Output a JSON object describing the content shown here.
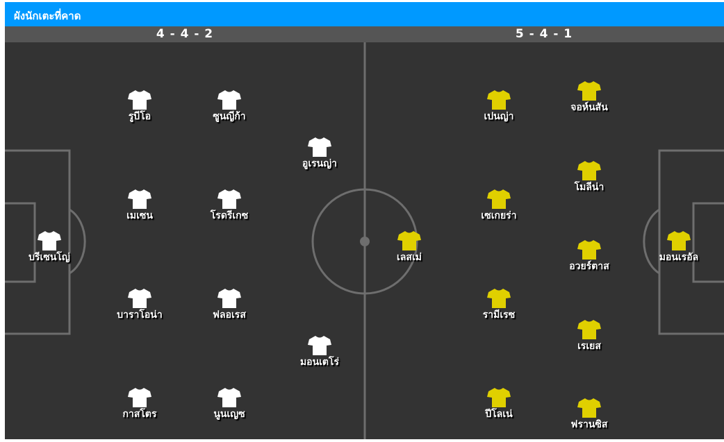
{
  "widget": {
    "title": "ผังนักเตะที่คาด",
    "colors": {
      "title_bar": "#0099ff",
      "formation_bar": "#555555",
      "pitch": "#333333",
      "pitch_lines": "#6e6e6e",
      "home_shirt": "#ffffff",
      "away_shirt": "#e0d000"
    }
  },
  "formations": {
    "home": "4 - 4 - 2",
    "away": "5 - 4 - 1"
  },
  "home_players": [
    {
      "name": "บรีเซนโญ่",
      "role": "goalkeeper"
    },
    {
      "name": "รูบีโอ",
      "role": "defender"
    },
    {
      "name": "เมเซน",
      "role": "defender"
    },
    {
      "name": "บาราโอน่า",
      "role": "defender"
    },
    {
      "name": "กาสโตร",
      "role": "defender"
    },
    {
      "name": "ซูนญีก้า",
      "role": "midfielder"
    },
    {
      "name": "โรดรีเกซ",
      "role": "midfielder"
    },
    {
      "name": "ฟลอเรส",
      "role": "midfielder"
    },
    {
      "name": "นูนเญซ",
      "role": "midfielder"
    },
    {
      "name": "อูเรนญ่า",
      "role": "forward"
    },
    {
      "name": "มอนเตโร่",
      "role": "forward"
    }
  ],
  "away_players": [
    {
      "name": "มอนเรอัล",
      "role": "goalkeeper"
    },
    {
      "name": "จอห์นสัน",
      "role": "defender"
    },
    {
      "name": "โมลีน่า",
      "role": "defender"
    },
    {
      "name": "อวยร์ตาส",
      "role": "defender"
    },
    {
      "name": "เรเยส",
      "role": "defender"
    },
    {
      "name": "ฟรานซิส",
      "role": "defender"
    },
    {
      "name": "เปนญ่า",
      "role": "midfielder"
    },
    {
      "name": "เซเกยร่า",
      "role": "midfielder"
    },
    {
      "name": "รามีเรซ",
      "role": "midfielder"
    },
    {
      "name": "ปีโลเน่",
      "role": "midfielder"
    },
    {
      "name": "เลสเม่",
      "role": "forward"
    }
  ]
}
